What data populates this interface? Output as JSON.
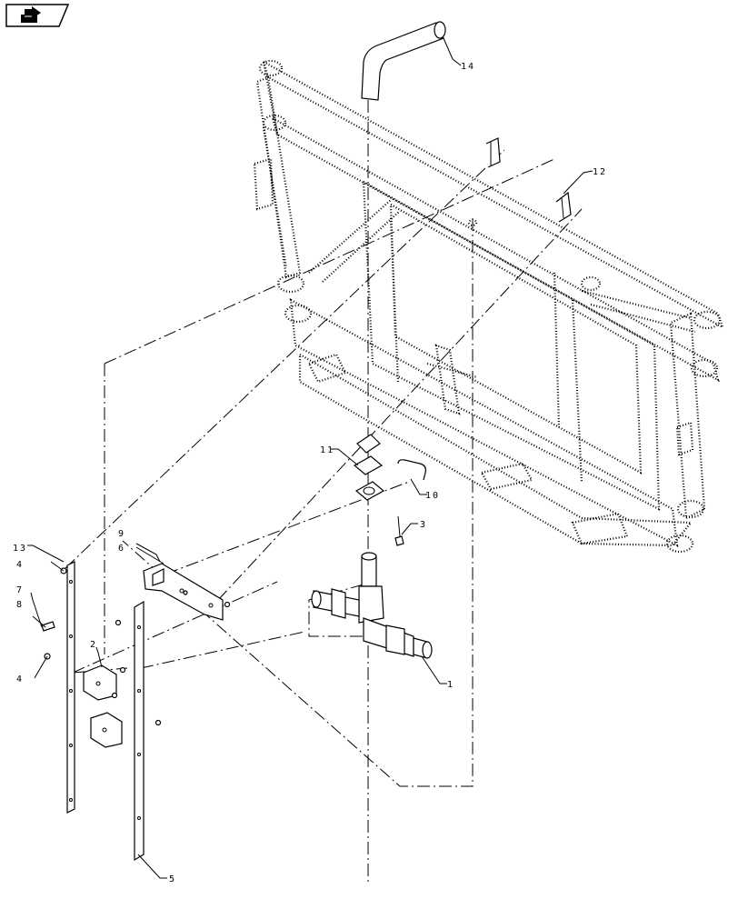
{
  "nav_icon": "page-return-icon",
  "callouts": {
    "c1": "1",
    "c2": "2",
    "c3": "3",
    "c4a": "4",
    "c4b": "4",
    "c5": "5",
    "c6": "6",
    "c7": "7",
    "c8": "8",
    "c9": "9",
    "c10": "10",
    "c11": "11",
    "c12": "12",
    "c13": "13",
    "c14": "14"
  }
}
